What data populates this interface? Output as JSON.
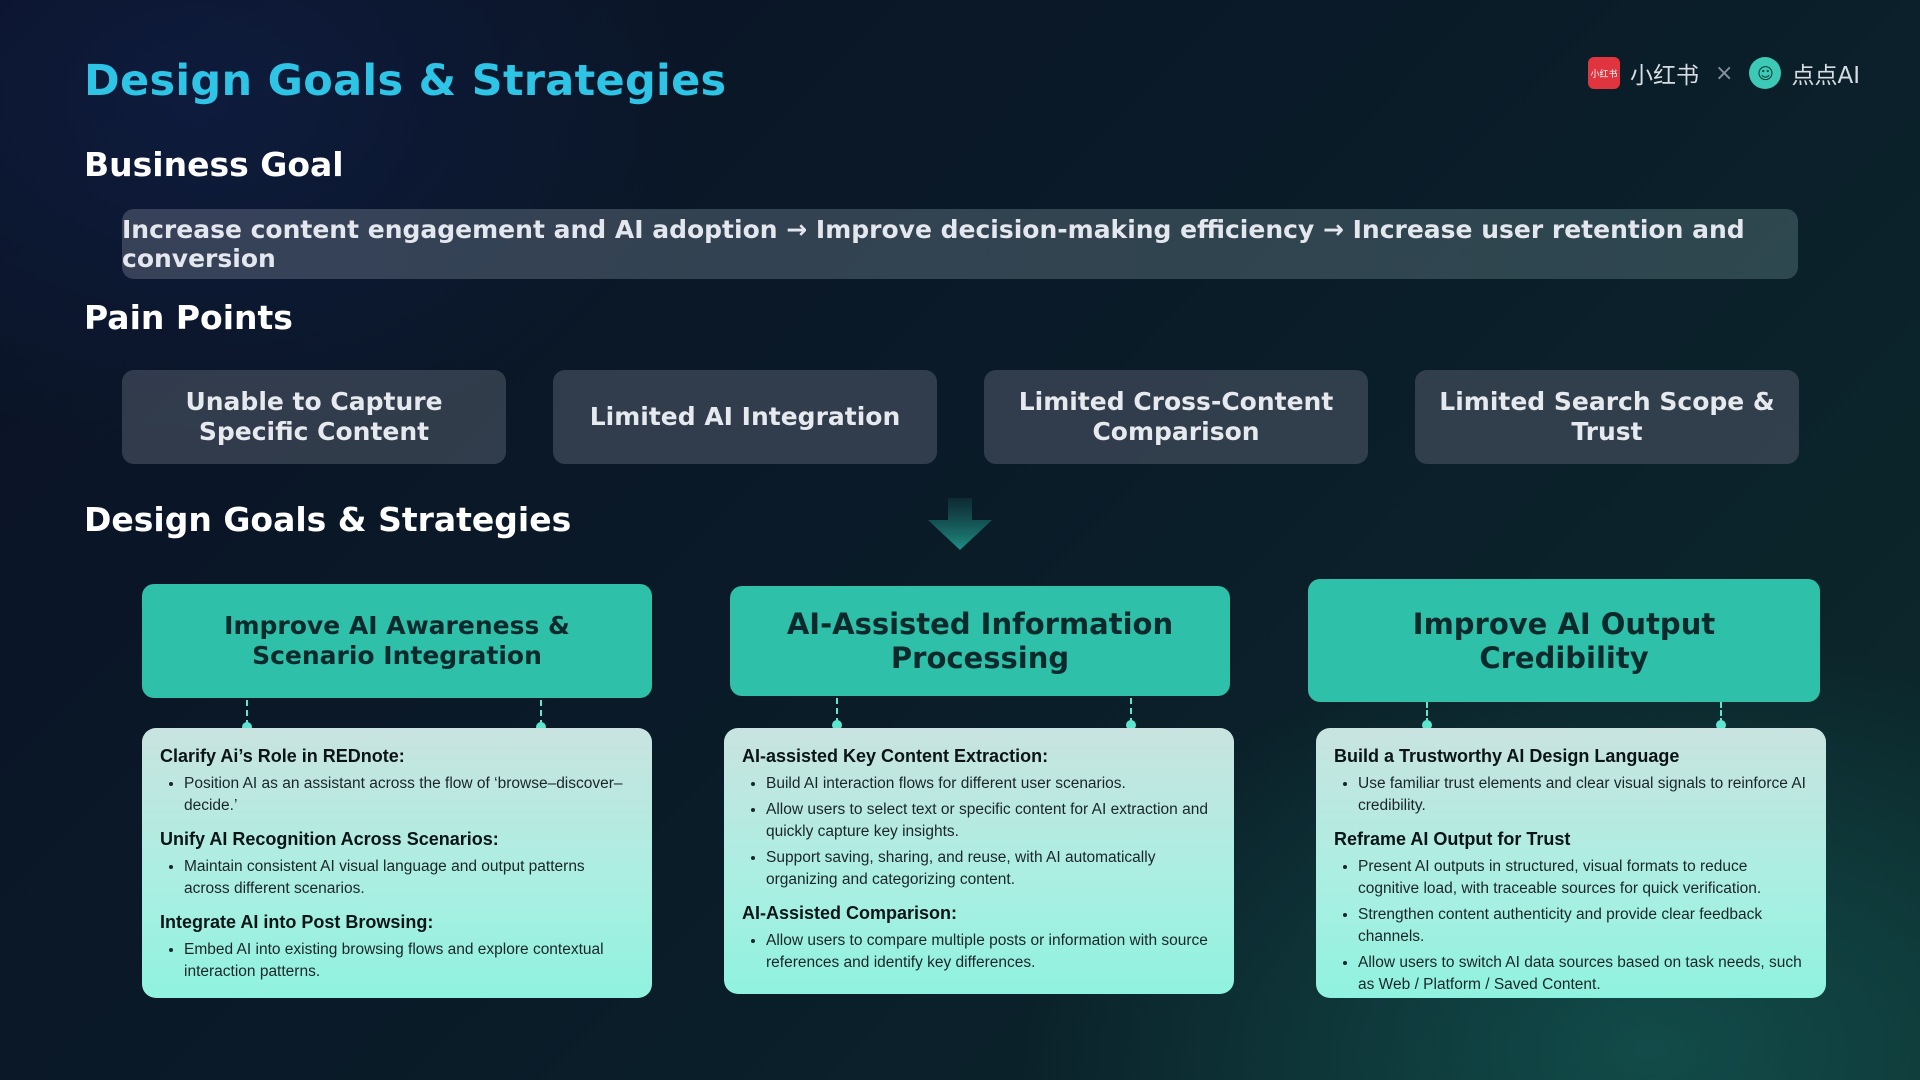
{
  "header": {
    "title": "Design Goals & Strategies",
    "brand_xhs_logo_text": "小红书",
    "brand_xhs": "小红书",
    "brand_separator": "×",
    "brand_ddai": "点点AI"
  },
  "business_goal": {
    "heading": "Business Goal",
    "text": "Increase content engagement and AI adoption → Improve decision-making efficiency → Increase user retention and conversion"
  },
  "pain_points": {
    "heading": "Pain Points",
    "items": [
      {
        "label": "Unable to Capture Specific Content"
      },
      {
        "label": "Limited AI Integration"
      },
      {
        "label": "Limited Cross-Content Comparison"
      },
      {
        "label": "Limited Search Scope & Trust"
      }
    ]
  },
  "strategies": {
    "heading": "Design Goals & Strategies",
    "columns": [
      {
        "title": "Improve AI Awareness & Scenario Integration",
        "sections": [
          {
            "heading": "Clarify Ai’s Role in REDnote:",
            "bullets": [
              "Position AI as an assistant across the flow of ‘browse–discover–decide.’"
            ]
          },
          {
            "heading": "Unify AI Recognition Across Scenarios:",
            "bullets": [
              "Maintain consistent AI visual language and output patterns across different scenarios."
            ]
          },
          {
            "heading": "Integrate AI into Post Browsing:",
            "bullets": [
              "Embed AI into existing browsing flows and explore contextual interaction patterns."
            ]
          }
        ]
      },
      {
        "title": "AI-Assisted Information Processing",
        "sections": [
          {
            "heading": "AI-assisted Key Content Extraction:",
            "bullets": [
              "Build AI interaction flows for different user scenarios.",
              "Allow users to select text or specific content for AI extraction and quickly capture key insights.",
              "Support saving, sharing, and reuse, with AI automatically organizing and categorizing content."
            ]
          },
          {
            "heading": "AI-Assisted Comparison:",
            "bullets": [
              "Allow users to compare multiple posts or information with source references and identify key differences."
            ]
          }
        ]
      },
      {
        "title": "Improve AI Output Credibility",
        "sections": [
          {
            "heading": "Build a Trustworthy AI Design Language",
            "bullets": [
              "Use familiar trust elements and clear visual signals to reinforce AI credibility."
            ]
          },
          {
            "heading": "Reframe AI Output for Trust",
            "bullets": [
              "Present AI outputs in structured, visual formats to reduce cognitive load, with traceable sources for quick verification.",
              "Strengthen content authenticity and provide clear feedback channels.",
              "Allow users to switch AI data sources based on task needs, such as Web / Platform / Saved Content."
            ]
          }
        ]
      }
    ]
  },
  "colors": {
    "title": "#2ec4e6",
    "accent": "#2fc0aa",
    "card_light": "#a9efe2"
  }
}
